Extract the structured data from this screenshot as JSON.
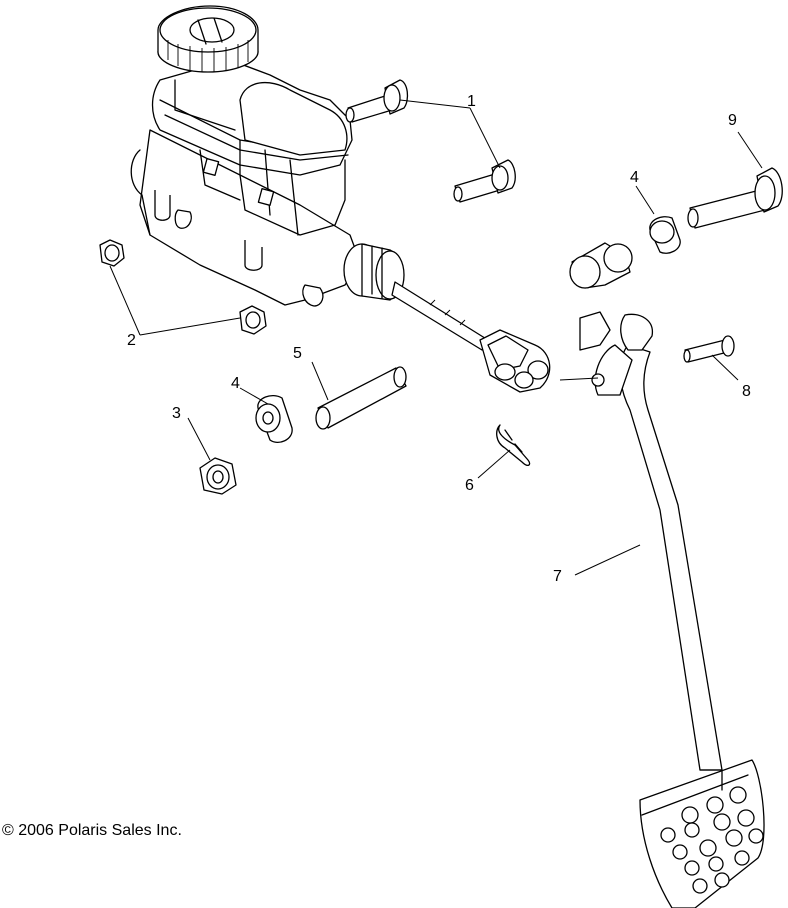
{
  "callouts": {
    "c1": "1",
    "c2": "2",
    "c3": "3",
    "c4a": "4",
    "c4b": "4",
    "c5": "5",
    "c6": "6",
    "c7": "7",
    "c8": "8",
    "c9": "9"
  },
  "copyright": "© 2006 Polaris Sales Inc."
}
